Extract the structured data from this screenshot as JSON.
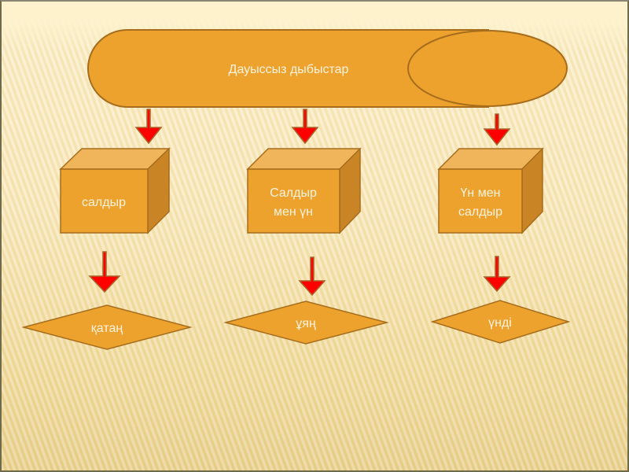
{
  "diagram": {
    "root": {
      "label": "Дауыссыз дыбыстар"
    },
    "categories": [
      {
        "lines": [
          "салдыр"
        ],
        "result": "қатаң"
      },
      {
        "lines": [
          "Салдыр",
          "мен үн"
        ],
        "result": "ұяң"
      },
      {
        "lines": [
          "Үн мен",
          "салдыр"
        ],
        "result": "үнді"
      }
    ]
  },
  "colors": {
    "shape_fill": "#eda22e",
    "shape_fill_top": "#f0b55a",
    "shape_fill_side": "#c98525",
    "shape_stroke": "#a66d1c",
    "arrow_fill": "#ff0000",
    "arrow_stroke": "#a9652a",
    "label_text": "#fdf3df"
  }
}
